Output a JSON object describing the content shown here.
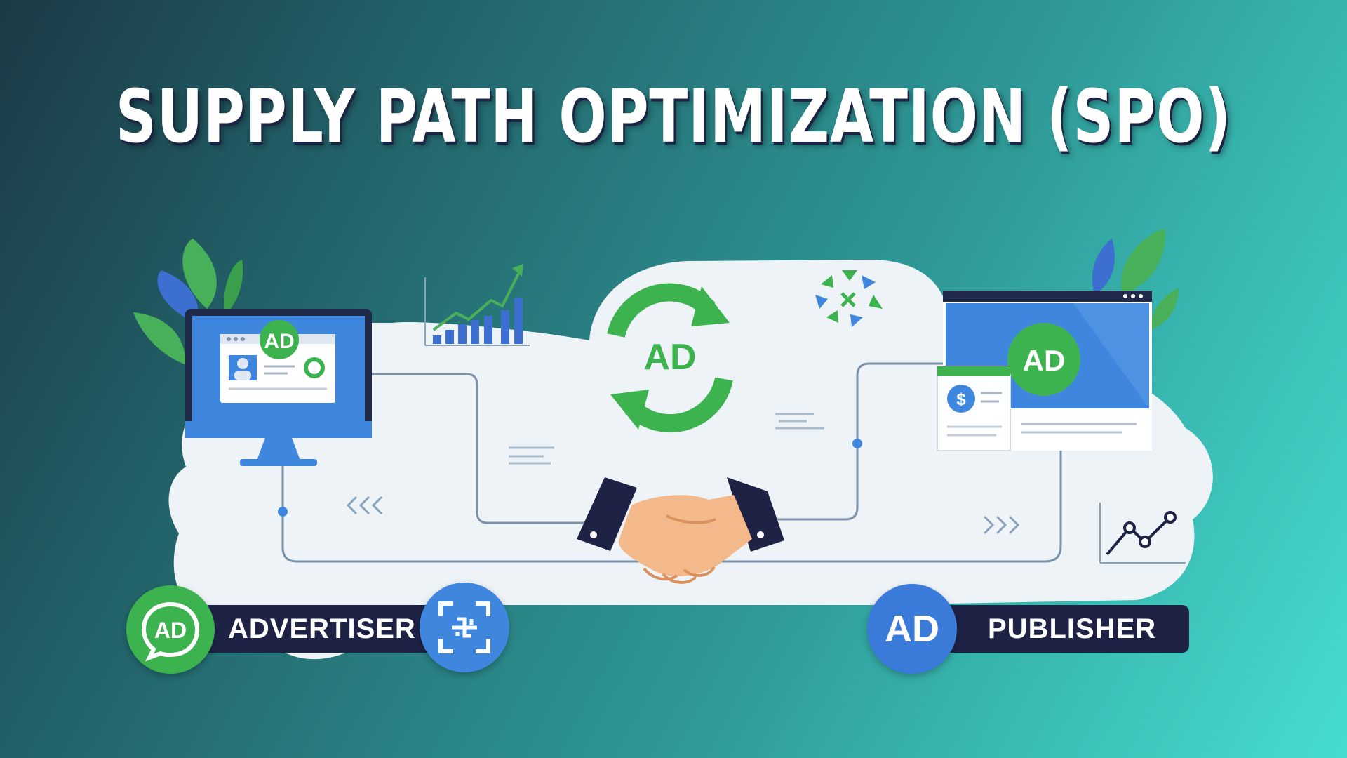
{
  "title": "SUPPLY PATH OPTIMIZATION (SPO)",
  "center_badge": "AD",
  "monitor_badge": "AD",
  "publisher_screen_badge": "AD",
  "advertiser": {
    "icon_text": "AD",
    "label": "ADVERTISER"
  },
  "publisher": {
    "icon_text": "AD",
    "label": "PUBLISHER"
  },
  "colors": {
    "green": "#3db34f",
    "blue": "#3f86de",
    "navy": "#1e2346",
    "cloud": "#eef3f8"
  },
  "icons": [
    "leaf-icon",
    "monitor-icon",
    "growth-chart-icon",
    "refresh-arrows-icon",
    "arrows-cluster-icon",
    "browser-window-icon",
    "handshake-icon",
    "line-chart-icon",
    "scan-icon"
  ]
}
